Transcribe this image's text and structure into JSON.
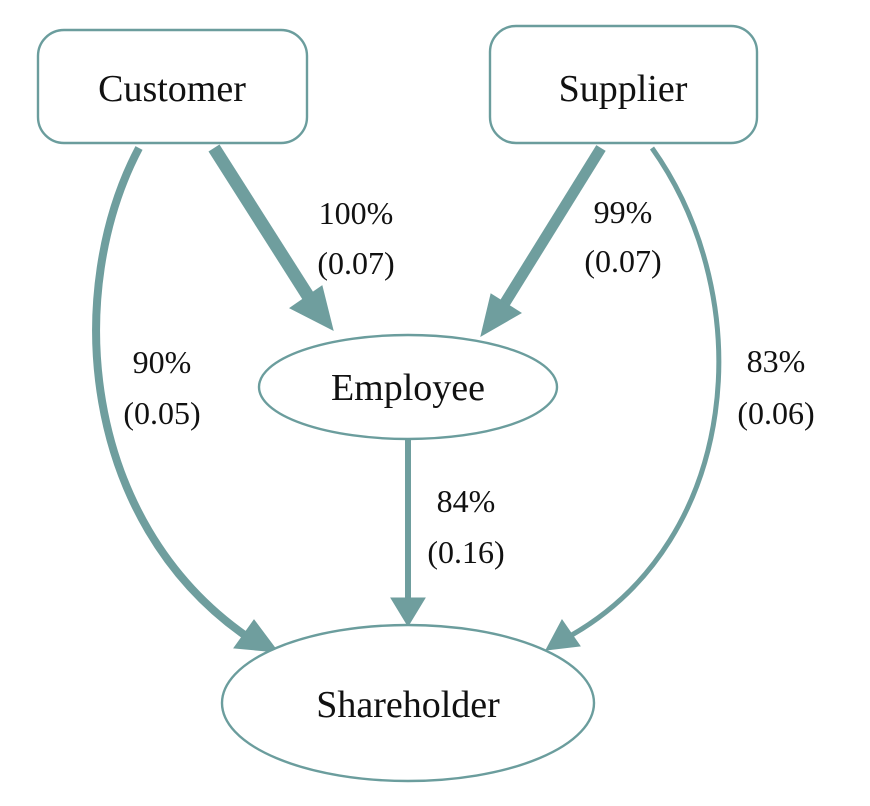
{
  "colors": {
    "edge": "#6f9e9e",
    "node_border": "#6b9d9d",
    "text": "#111111",
    "background": "#ffffff"
  },
  "nodes": [
    {
      "id": "customer",
      "label": "Customer",
      "shape": "rounded-rectangle"
    },
    {
      "id": "supplier",
      "label": "Supplier",
      "shape": "rounded-rectangle"
    },
    {
      "id": "employee",
      "label": "Employee",
      "shape": "ellipse"
    },
    {
      "id": "shareholder",
      "label": "Shareholder",
      "shape": "ellipse"
    }
  ],
  "edges": [
    {
      "id": "customer-employee",
      "from": "customer",
      "to": "employee",
      "percent": "100%",
      "value": "(0.07)"
    },
    {
      "id": "supplier-employee",
      "from": "supplier",
      "to": "employee",
      "percent": "99%",
      "value": "(0.07)"
    },
    {
      "id": "customer-shareholder",
      "from": "customer",
      "to": "shareholder",
      "percent": "90%",
      "value": "(0.05)"
    },
    {
      "id": "supplier-shareholder",
      "from": "supplier",
      "to": "shareholder",
      "percent": "83%",
      "value": "(0.06)"
    },
    {
      "id": "employee-shareholder",
      "from": "employee",
      "to": "shareholder",
      "percent": "84%",
      "value": "(0.16)"
    }
  ]
}
